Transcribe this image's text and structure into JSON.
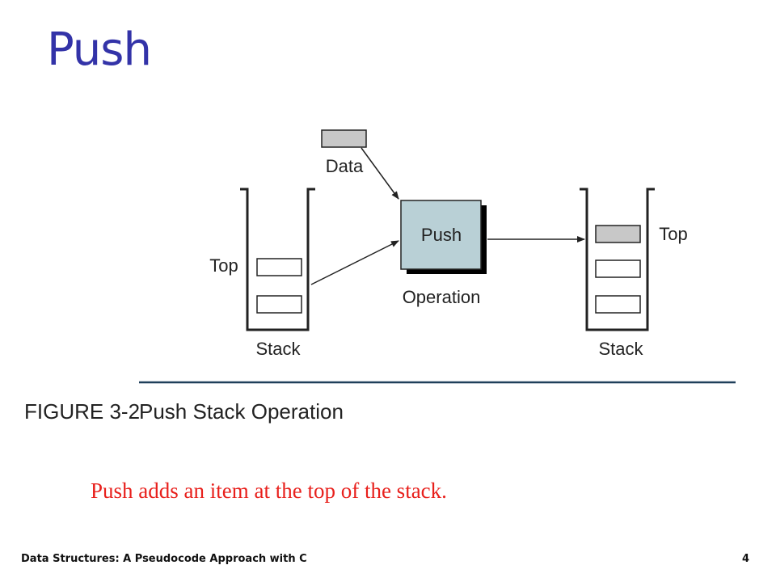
{
  "slide": {
    "title": "Push",
    "caption": "Push adds an item at the top of the stack.",
    "footer_left": "Data Structures: A Pseudocode Approach with C",
    "page_number": "4"
  },
  "diagram": {
    "data_label": "Data",
    "left_top_label": "Top",
    "left_stack_label": "Stack",
    "push_box_label": "Push",
    "operation_label": "Operation",
    "right_top_label": "Top",
    "right_stack_label": "Stack",
    "figure_number": "FIGURE 3-2",
    "figure_title": "Push Stack Operation",
    "colors": {
      "push_box_fill": "#b9d0d6",
      "data_fill": "#c8c8c8",
      "shadow": "#000000"
    }
  }
}
